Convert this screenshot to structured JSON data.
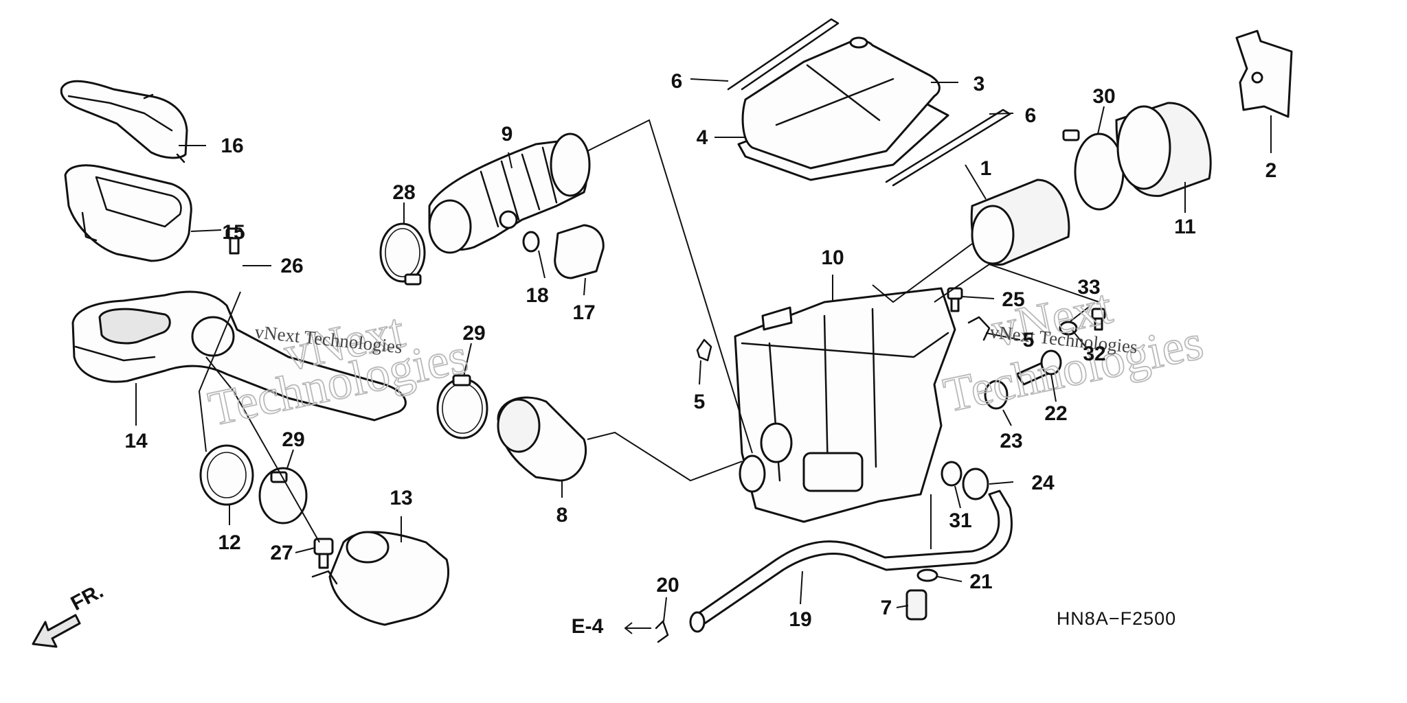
{
  "diagram": {
    "code": "HN8A−F2500",
    "front_indicator": "FR.",
    "reference": "E-4"
  },
  "watermark": {
    "brand_a": "vNext",
    "brand_b": "Technologies",
    "inline": "vNext Technologies"
  },
  "callouts": [
    {
      "id": "c1",
      "label": "1"
    },
    {
      "id": "c2",
      "label": "2"
    },
    {
      "id": "c3",
      "label": "3"
    },
    {
      "id": "c4",
      "label": "4"
    },
    {
      "id": "c5a",
      "label": "5"
    },
    {
      "id": "c5b",
      "label": "5"
    },
    {
      "id": "c6a",
      "label": "6"
    },
    {
      "id": "c6b",
      "label": "6"
    },
    {
      "id": "c7",
      "label": "7"
    },
    {
      "id": "c8",
      "label": "8"
    },
    {
      "id": "c9",
      "label": "9"
    },
    {
      "id": "c10",
      "label": "10"
    },
    {
      "id": "c11",
      "label": "11"
    },
    {
      "id": "c12",
      "label": "12"
    },
    {
      "id": "c13",
      "label": "13"
    },
    {
      "id": "c14",
      "label": "14"
    },
    {
      "id": "c15",
      "label": "15"
    },
    {
      "id": "c16",
      "label": "16"
    },
    {
      "id": "c17",
      "label": "17"
    },
    {
      "id": "c18",
      "label": "18"
    },
    {
      "id": "c19",
      "label": "19"
    },
    {
      "id": "c20",
      "label": "20"
    },
    {
      "id": "c21",
      "label": "21"
    },
    {
      "id": "c22",
      "label": "22"
    },
    {
      "id": "c23",
      "label": "23"
    },
    {
      "id": "c24",
      "label": "24"
    },
    {
      "id": "c25",
      "label": "25"
    },
    {
      "id": "c26",
      "label": "26"
    },
    {
      "id": "c27",
      "label": "27"
    },
    {
      "id": "c28",
      "label": "28"
    },
    {
      "id": "c29a",
      "label": "29"
    },
    {
      "id": "c29b",
      "label": "29"
    },
    {
      "id": "c30",
      "label": "30"
    },
    {
      "id": "c31",
      "label": "31"
    },
    {
      "id": "c32",
      "label": "32"
    },
    {
      "id": "c33",
      "label": "33"
    }
  ]
}
